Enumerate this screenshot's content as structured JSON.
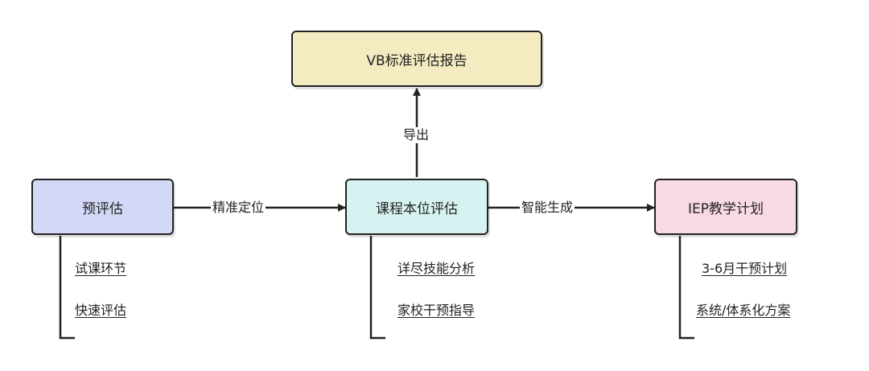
{
  "colors": {
    "pre_fill": "#d4d8f7",
    "course_fill": "#d6f3f1",
    "iep_fill": "#f8d9e6",
    "report_fill": "#f4ecc0",
    "stroke": "#222222"
  },
  "nodes": {
    "pre": "预评估",
    "course": "课程本位评估",
    "iep": "IEP教学计划",
    "report": "VB标准评估报告"
  },
  "edges": {
    "pre_course": "精准定位",
    "course_iep": "智能生成",
    "course_report": "导出"
  },
  "sub_items": {
    "pre": [
      "试课环节",
      "快速评估"
    ],
    "course": [
      "详尽技能分析",
      "家校干预指导"
    ],
    "iep": [
      "3-6月干预计划",
      "系统/体系化方案"
    ]
  }
}
